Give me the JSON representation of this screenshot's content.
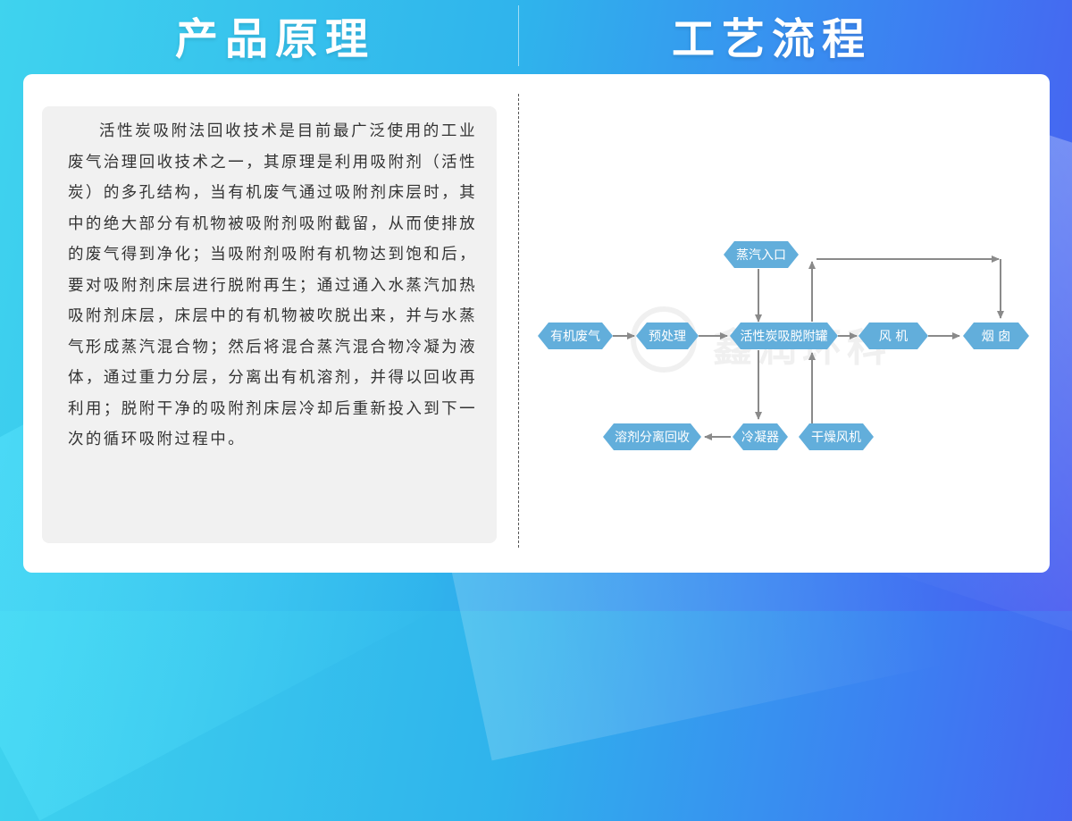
{
  "header": {
    "left_title": "产品原理",
    "right_title": "工艺流程"
  },
  "principle": {
    "text": "活性炭吸附法回收技术是目前最广泛使用的工业废气治理回收技术之一，其原理是利用吸附剂（活性炭）的多孔结构，当有机废气通过吸附剂床层时，其中的绝大部分有机物被吸附剂吸附截留，从而使排放的废气得到净化；当吸附剂吸附有机物达到饱和后，要对吸附剂床层进行脱附再生；通过通入水蒸汽加热吸附剂床层，床层中的有机物被吹脱出来，并与水蒸气形成蒸汽混合物；然后将混合蒸汽混合物冷凝为液体，通过重力分层，分离出有机溶剂，并得以回收再利用；脱附干净的吸附剂床层冷却后重新投入到下一次的循环吸附过程中。"
  },
  "flow": {
    "nodes": {
      "steam_inlet": "蒸汽入口",
      "organic_gas": "有机废气",
      "pretreatment": "预处理",
      "adsorption_tank": "活性炭吸脱附罐",
      "fan": "风 机",
      "chimney": "烟 囱",
      "solvent_recovery": "溶剂分离回收",
      "condenser": "冷凝器",
      "drying_fan": "干燥风机"
    },
    "colors": {
      "node": "#62aedb",
      "arrow": "#8a8a8a"
    }
  },
  "watermark": {
    "text": "鑫润环科"
  }
}
